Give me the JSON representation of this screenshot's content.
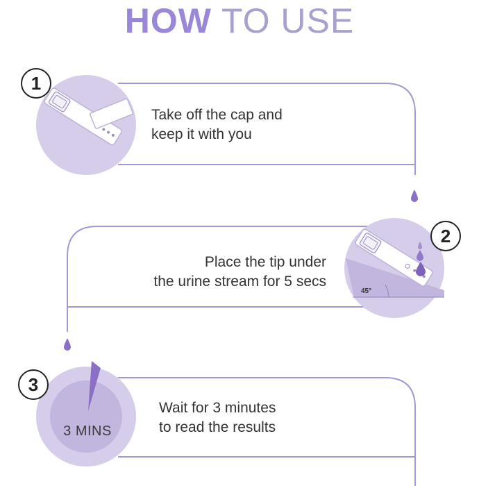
{
  "title": {
    "bold": "HOW",
    "light": "TO USE"
  },
  "colors": {
    "accent": "#9b87d8",
    "line": "#a596d6",
    "circle": "#d6cdea",
    "circle_inner": "#c2b6df",
    "drop": "#8a6fc4"
  },
  "steps": [
    {
      "number": "1",
      "text_line1": "Take off the cap and",
      "text_line2": "keep it with you",
      "icon": "test-stick-with-cap-icon"
    },
    {
      "number": "2",
      "text_line1": "Place the tip under",
      "text_line2": "the urine stream for 5 secs",
      "angle_label": "45°",
      "icon": "test-stick-in-stream-icon"
    },
    {
      "number": "3",
      "text_line1": "Wait for 3 minutes",
      "text_line2": "to read the results",
      "timer_label": "3 MINS",
      "icon": "timer-icon"
    }
  ]
}
